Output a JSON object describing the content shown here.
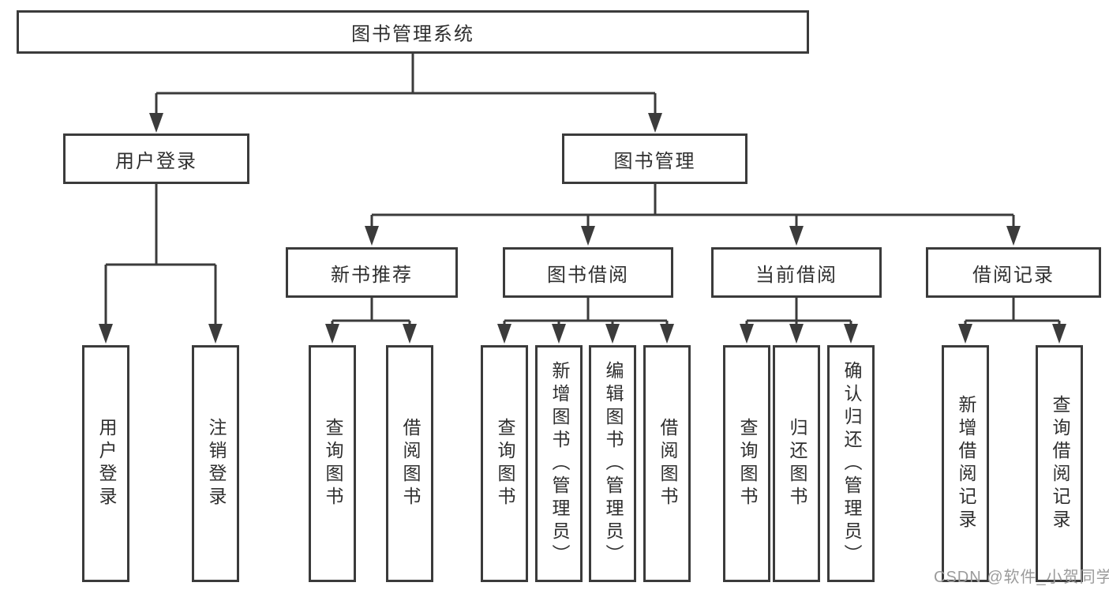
{
  "diagram": {
    "root": "图书管理系统",
    "user": {
      "label": "用户登录",
      "children": [
        "用户登录",
        "注销登录"
      ]
    },
    "books": {
      "label": "图书管理",
      "sections": [
        {
          "label": "新书推荐",
          "children": [
            "查询图书",
            "借阅图书"
          ]
        },
        {
          "label": "图书借阅",
          "children": [
            "查询图书",
            "新增图书（管理员）",
            "编辑图书（管理员）",
            "借阅图书"
          ]
        },
        {
          "label": "当前借阅",
          "children": [
            "查询图书",
            "归还图书",
            "确认归还（管理员）"
          ]
        },
        {
          "label": "借阅记录",
          "children": [
            "新增借阅记录",
            "查询借阅记录"
          ]
        }
      ]
    }
  },
  "watermark": "CSDN @软件_小贺同学",
  "colors": {
    "line": "#3b3b3b",
    "text": "#2f2f2f",
    "watermark": "#9b9b9b",
    "background": "#ffffff"
  }
}
